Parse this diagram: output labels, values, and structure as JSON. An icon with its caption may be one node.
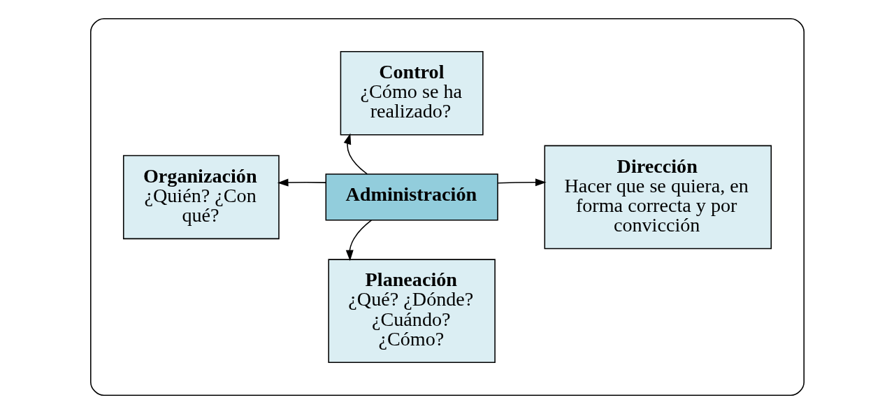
{
  "diagram": {
    "nodes": [
      {
        "text": [],
        "shape": "box"
      },
      {
        "text": [
          "Planeación",
          "¿Qué? ¿Dónde? ¿Cuándo? ¿Cómo?"
        ],
        "in": 0
      },
      {
        "text": [
          "Organización",
          "¿Quién? ¿Con qué?"
        ],
        "in": 0
      },
      {
        "text": [
          "Administración"
        ],
        "in": 0
      },
      {
        "text": [
          "Dirección",
          "Hacer que se quiera, en forma correcta y por convicción"
        ],
        "in": 0
      },
      {
        "text": [
          "Control",
          "¿Cómo se ha realizado?"
        ],
        "in": 0
      }
    ],
    "edges": [
      {
        "from": 3,
        "to": 1,
        "arrow": "to"
      },
      {
        "from": 3,
        "to": 2,
        "arrow": "to"
      },
      {
        "from": 3,
        "to": 4,
        "arrow": "to"
      },
      {
        "from": 3,
        "to": 5,
        "arrow": "to"
      }
    ]
  }
}
